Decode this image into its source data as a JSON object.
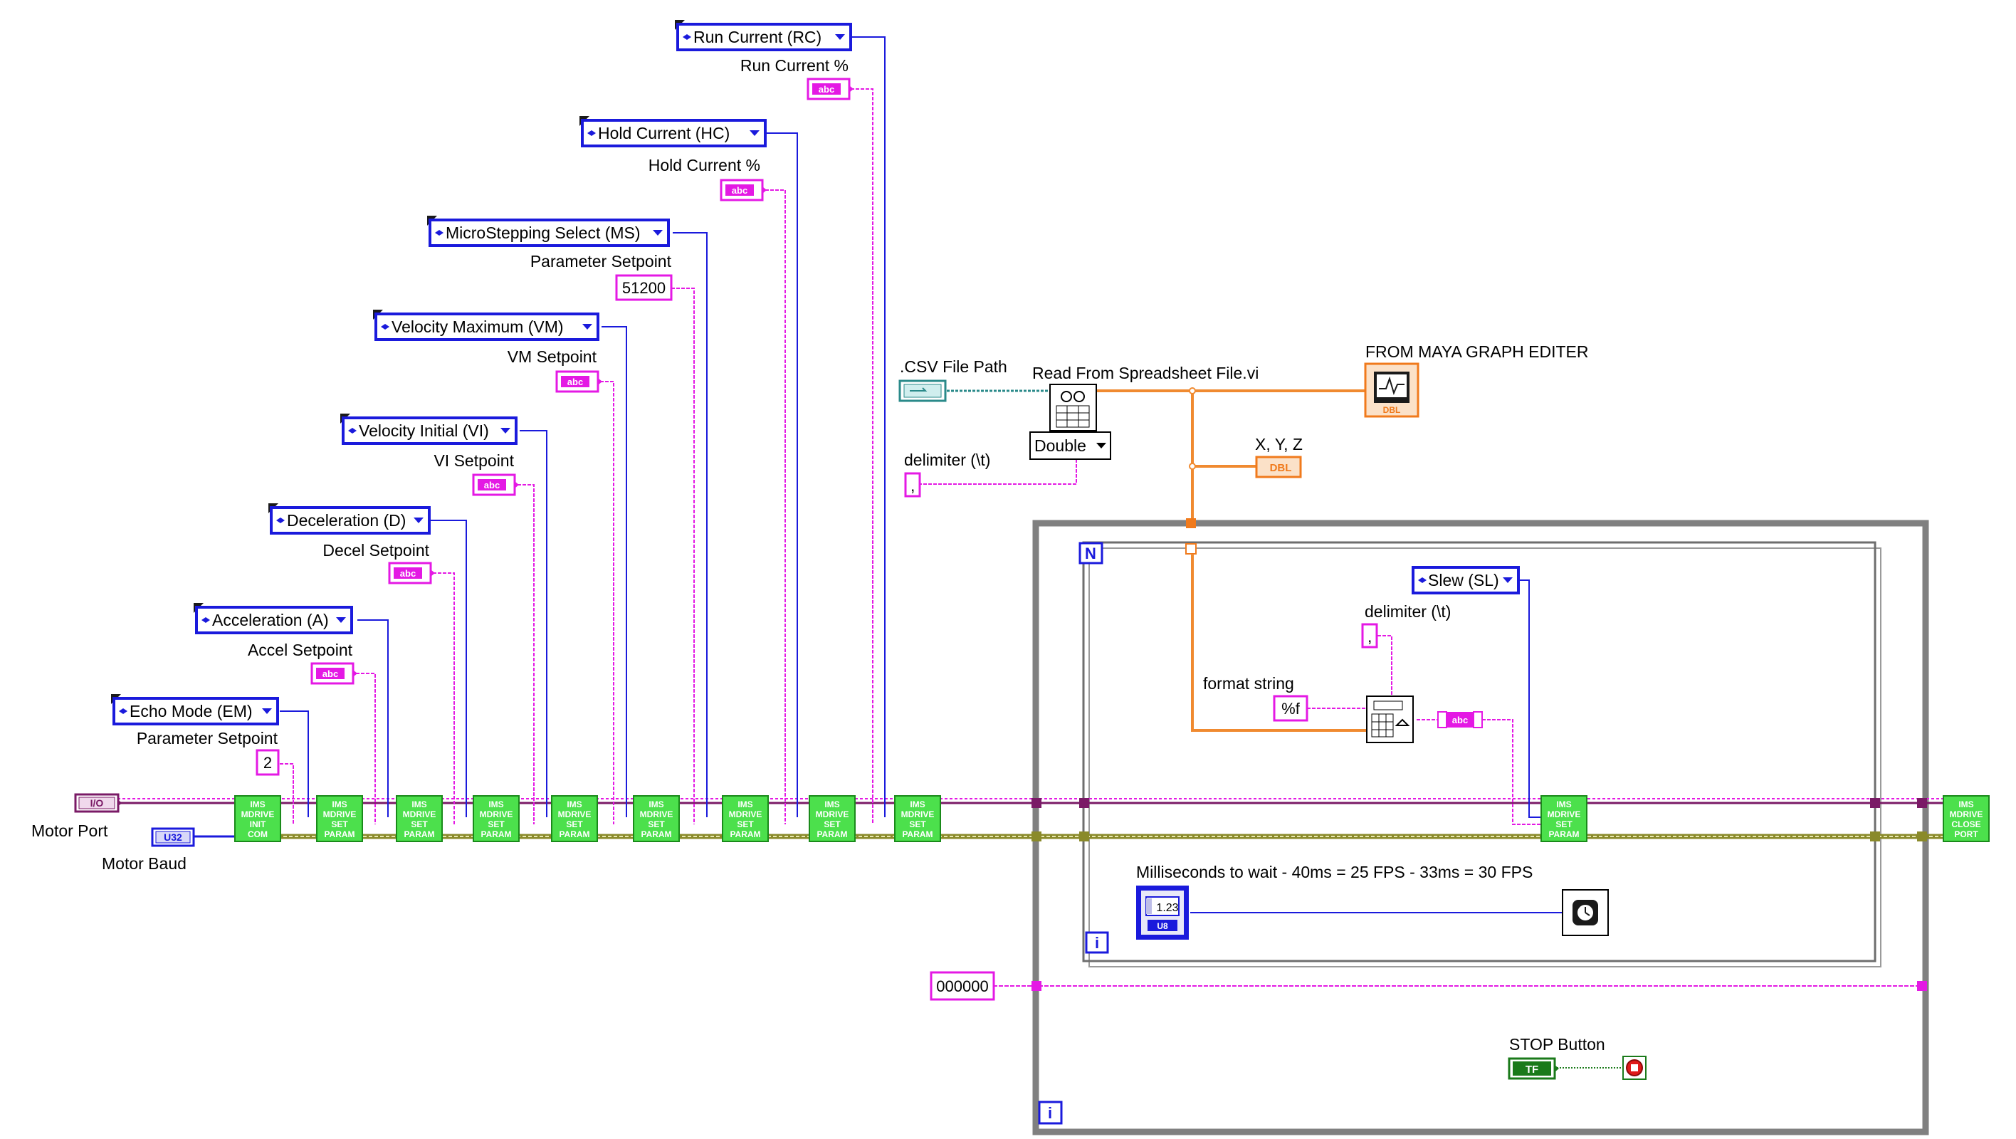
{
  "enums": [
    {
      "id": "run_current",
      "label": "Run Current (RC)",
      "setpoint_label": "Run Current %",
      "const": "abc"
    },
    {
      "id": "hold_current",
      "label": "Hold Current (HC)",
      "setpoint_label": "Hold Current %",
      "const": "abc"
    },
    {
      "id": "microstepping",
      "label": "MicroStepping Select (MS)",
      "setpoint_label": "Parameter Setpoint",
      "const": "51200"
    },
    {
      "id": "velocity_max",
      "label": "Velocity Maximum (VM)",
      "setpoint_label": "VM Setpoint",
      "const": "abc"
    },
    {
      "id": "velocity_initial",
      "label": "Velocity Initial (VI)",
      "setpoint_label": "VI Setpoint",
      "const": "abc"
    },
    {
      "id": "deceleration",
      "label": "Deceleration (D)",
      "setpoint_label": "Decel Setpoint",
      "const": "abc"
    },
    {
      "id": "acceleration",
      "label": "Acceleration (A)",
      "setpoint_label": "Accel Setpoint",
      "const": "abc"
    },
    {
      "id": "echo_mode",
      "label": "Echo Mode (EM)",
      "setpoint_label": "Parameter Setpoint",
      "const": "2"
    }
  ],
  "motor_port": {
    "label": "Motor Port",
    "terminal": "I/O"
  },
  "motor_baud": {
    "label": "Motor Baud",
    "terminal": "U32"
  },
  "subvis": {
    "init": {
      "lines": [
        "IMS",
        "MDRIVE",
        "INIT",
        "COM"
      ]
    },
    "set": {
      "lines": [
        "IMS",
        "MDRIVE",
        "SET",
        "PARAM"
      ]
    },
    "close": {
      "lines": [
        "IMS",
        "MDRIVE",
        "CLOSE",
        "PORT"
      ]
    }
  },
  "csv_path": {
    "label": ".CSV File Path"
  },
  "read_vi": {
    "label": "Read From Spreadsheet File.vi",
    "type": "Double"
  },
  "delimiter_outer": {
    "label": "delimiter (\\t)",
    "value": ","
  },
  "maya": {
    "label": "FROM MAYA GRAPH EDITER",
    "terminal": "DBL"
  },
  "xyz": {
    "label": "X, Y, Z",
    "terminal": "DBL"
  },
  "for_loop": {
    "count": "N",
    "iteration": "i"
  },
  "slew": {
    "label": "Slew (SL)"
  },
  "delimiter_inner": {
    "label": "delimiter (\\t)",
    "value": ","
  },
  "format_string": {
    "label": "format string",
    "value": "%f"
  },
  "string_indicator": {
    "terminal": "abc"
  },
  "wait": {
    "label": "Milliseconds to wait - 40ms = 25 FPS - 33ms = 30 FPS",
    "value": "1.23",
    "type": "U8"
  },
  "zero_const": {
    "value": "000000"
  },
  "stop": {
    "label": "STOP Button",
    "terminal": "TF"
  },
  "while_loop": {
    "iteration": "i"
  },
  "colors": {
    "enum": "#1a1adc",
    "string": "#e419e4",
    "numeric": "#f07a1c",
    "io": "#7a1a66",
    "subvi": "#4ce04c",
    "dbl_wire": "#f08a30",
    "error_wire": "#8a8a2a",
    "loop": "#808080"
  }
}
